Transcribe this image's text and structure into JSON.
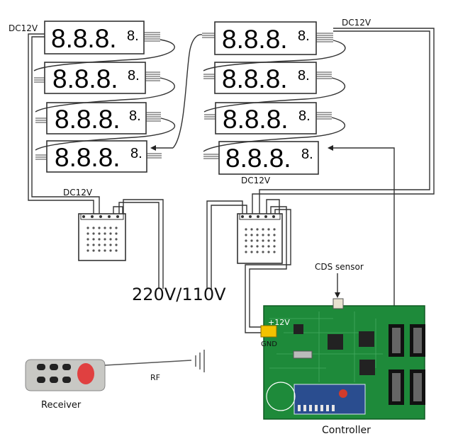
{
  "labels": {
    "dc12v_left": "DC12V",
    "dc12v_right": "DC12V",
    "dc12v_psu_left": "DC12V",
    "dc12v_psu_right": "DC12V",
    "mains": "220V/110V",
    "cds_sensor": "CDS sensor",
    "plus12v": "+12V",
    "gnd": "GND",
    "rf": "RF",
    "receiver": "Receiver",
    "controller": "Controller"
  },
  "displays": {
    "left": [
      {
        "digits": "8.8.8.",
        "small": "8."
      },
      {
        "digits": "8.8.8.",
        "small": "8."
      },
      {
        "digits": "8.8.8.",
        "small": "8."
      },
      {
        "digits": "8.8.8.",
        "small": "8."
      }
    ],
    "right": [
      {
        "digits": "8.8.8.",
        "small": "8."
      },
      {
        "digits": "8.8.8.",
        "small": "8."
      },
      {
        "digits": "8.8.8.",
        "small": "8."
      },
      {
        "digits": "8.8.8.",
        "small": "8."
      }
    ]
  },
  "colors": {
    "pcb": "#1e8a3a",
    "pcb_dark": "#146b2a",
    "remote_body": "#c8c8c4",
    "remote_button": "#e04040",
    "connector": "#f2c200"
  }
}
